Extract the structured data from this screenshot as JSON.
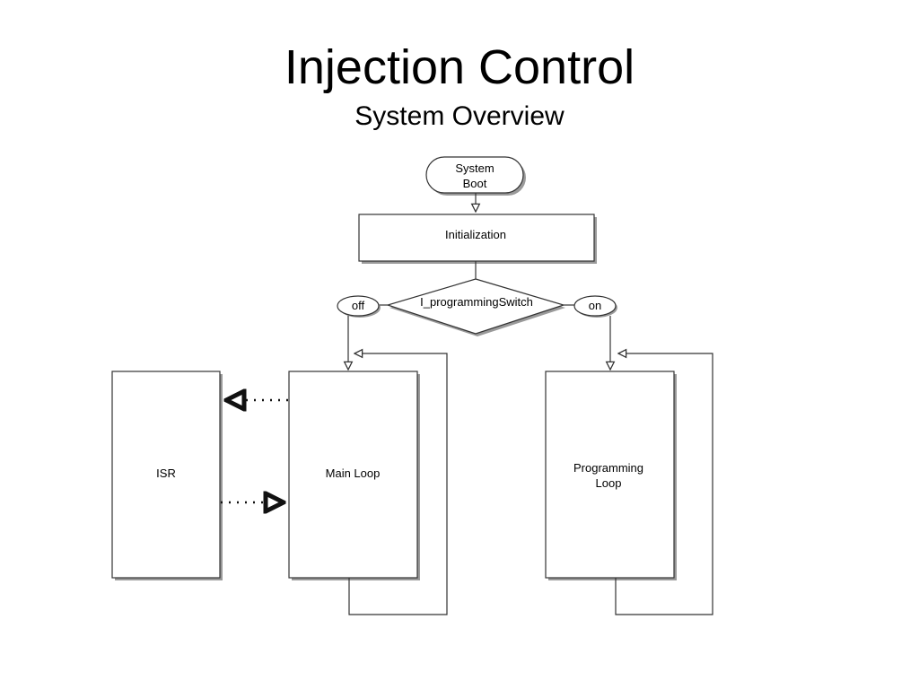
{
  "title": "Injection Control",
  "subtitle": "System Overview",
  "diagram": {
    "boot": {
      "line1": "System",
      "line2": "Boot"
    },
    "init": "Initialization",
    "decision": "I_programmingSwitch",
    "off_label": "off",
    "on_label": "on",
    "isr": "ISR",
    "main_loop": "Main Loop",
    "programming_loop": {
      "line1": "Programming",
      "line2": "Loop"
    }
  },
  "colors": {
    "stroke": "#333333",
    "shadow": "#9a9a9a",
    "fill": "#ffffff"
  }
}
